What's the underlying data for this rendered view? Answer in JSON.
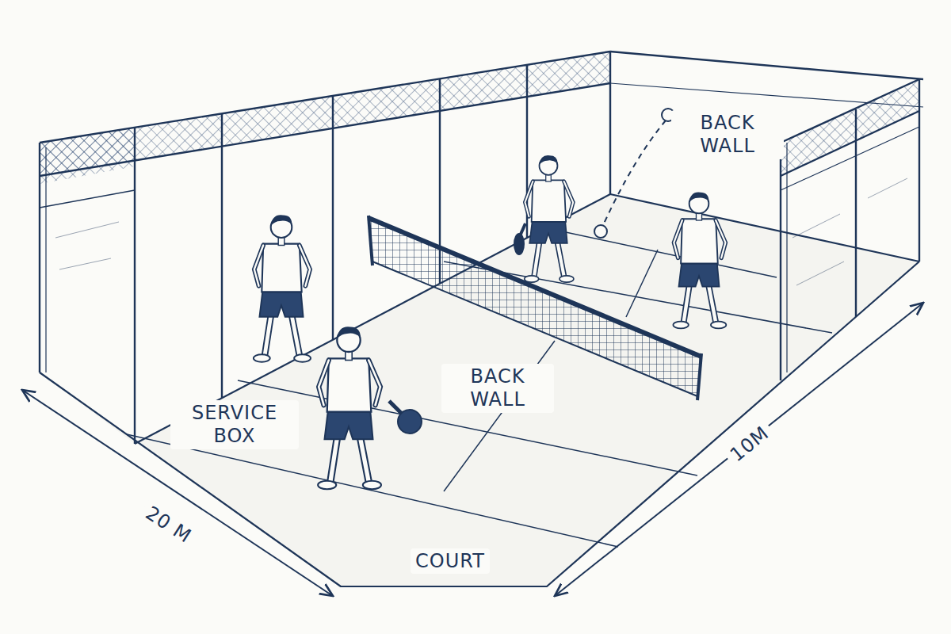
{
  "diagram": {
    "labels": [
      "BACK WALL",
      "SERVICE BOX",
      "BACK WALL",
      "COURT",
      "20 M",
      "10M"
    ]
  }
}
